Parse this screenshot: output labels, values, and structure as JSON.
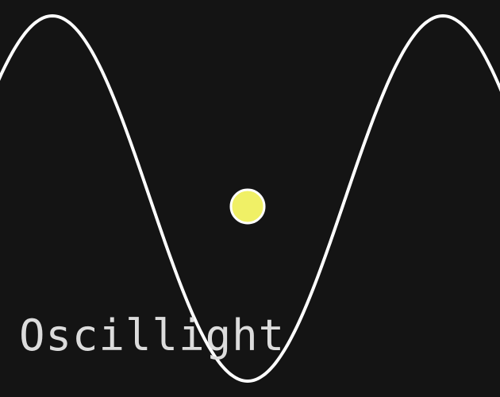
{
  "game": {
    "title": "Oscillight"
  },
  "colors": {
    "background": "#141414",
    "wave": "#ffffff",
    "orb_fill": "#f0f066",
    "orb_outline": "#ffffff",
    "title_text": "#dcdcdc"
  },
  "scene": {
    "wave_shape": "sine",
    "orb_icon": "glowing-orb"
  }
}
